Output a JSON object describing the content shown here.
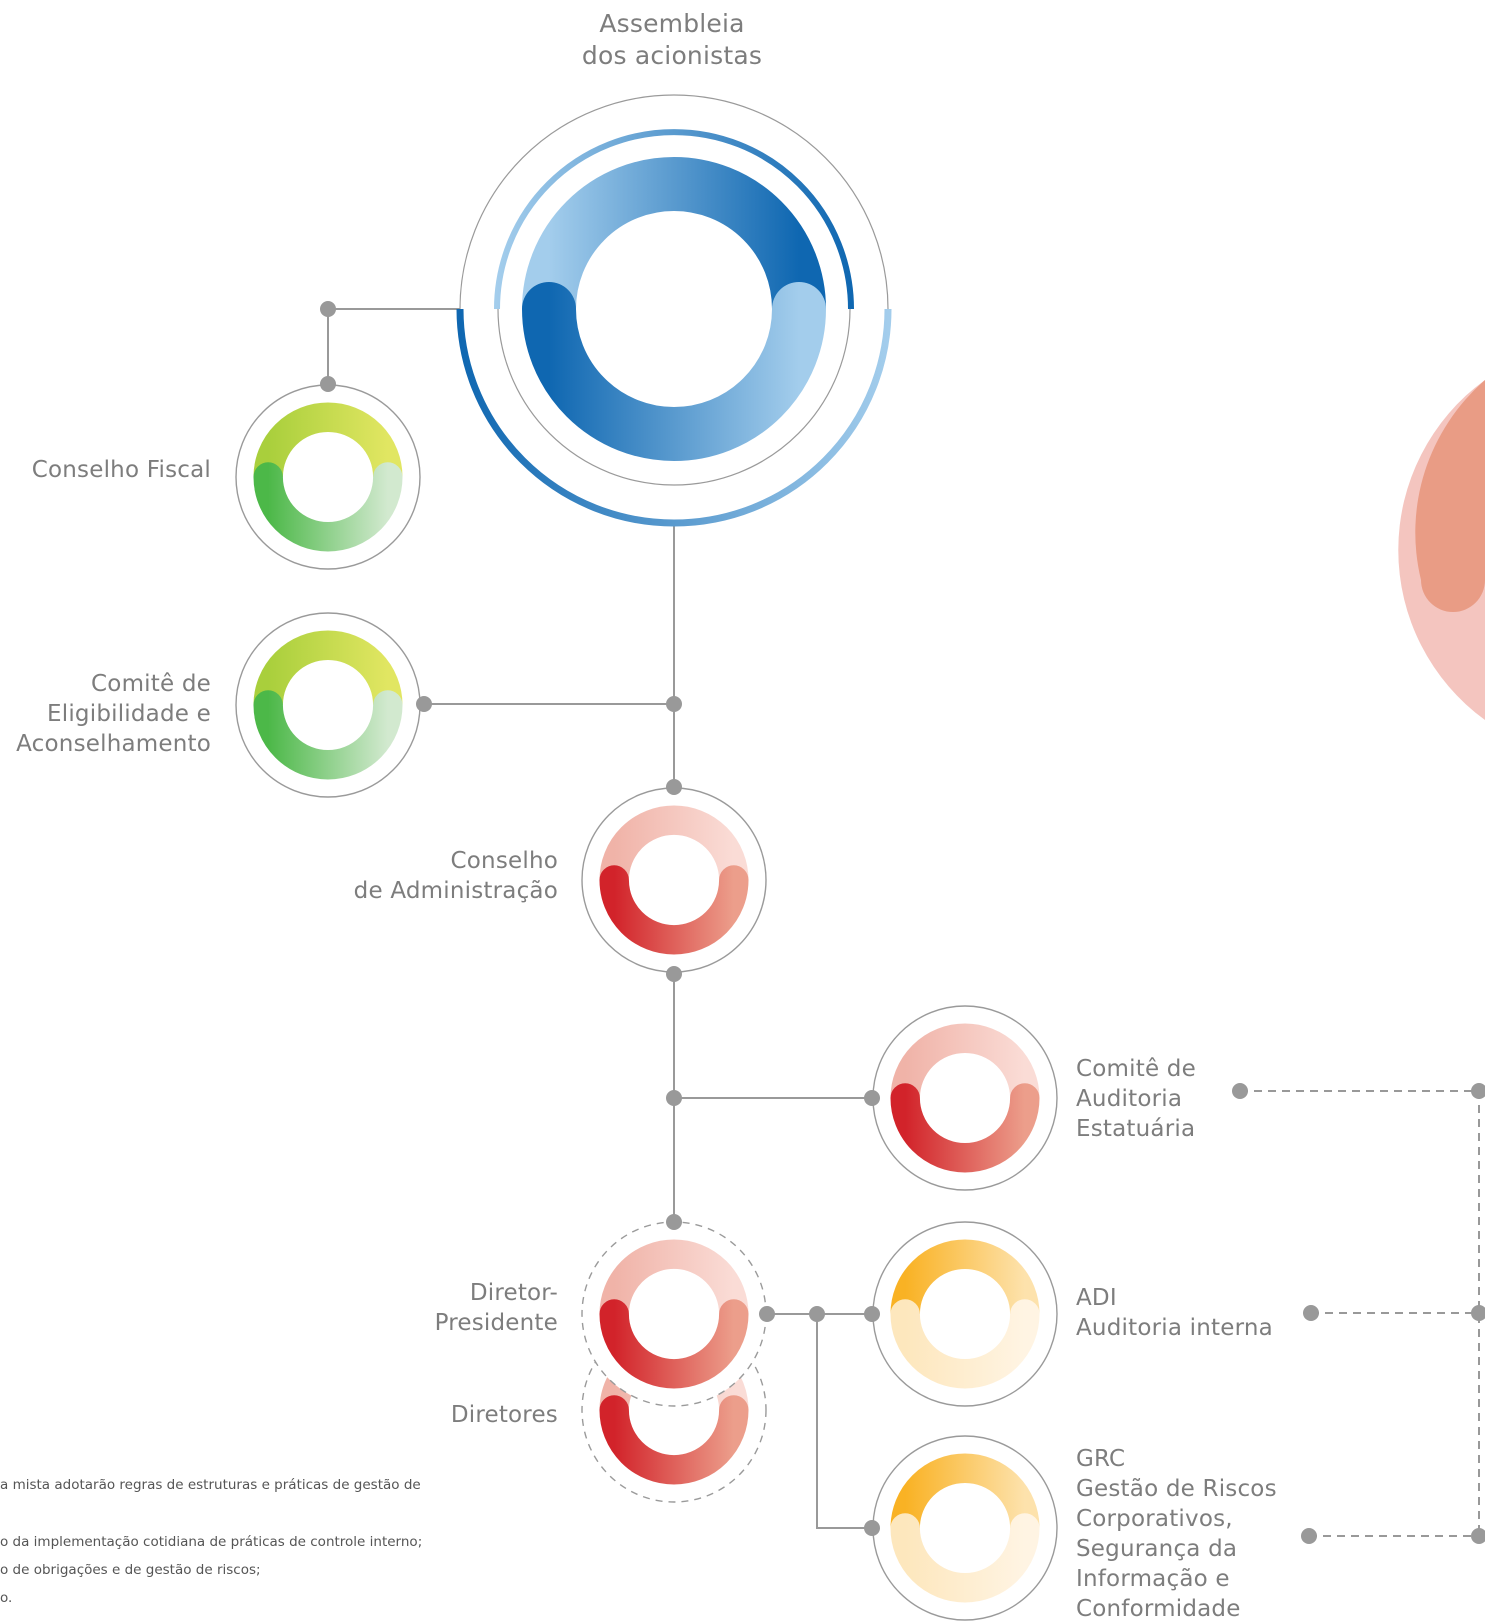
{
  "nodes": {
    "assembleia": {
      "lines": [
        "Assembleia",
        "dos acionistas"
      ],
      "color": "blue"
    },
    "conselho_fiscal": {
      "lines": [
        "Conselho Fiscal"
      ],
      "color": "green"
    },
    "comite_eligibilidade": {
      "lines": [
        "Comitê de",
        "Eligibilidade e",
        "Aconselhamento"
      ],
      "color": "green"
    },
    "conselho_administracao": {
      "lines": [
        "Conselho",
        "de Administração"
      ],
      "color": "red"
    },
    "comite_auditoria": {
      "lines": [
        "Comitê de",
        "Auditoria",
        "Estatuária"
      ],
      "color": "red"
    },
    "diretor_presidente": {
      "lines": [
        "Diretor-",
        "Presidente"
      ],
      "color": "red"
    },
    "diretores": {
      "lines": [
        "Diretores"
      ],
      "color": "red"
    },
    "adi": {
      "lines": [
        "ADI",
        "Auditoria interna"
      ],
      "color": "orange"
    },
    "grc": {
      "lines": [
        "GRC",
        "Gestão de Riscos",
        "Corporativos,",
        "Segurança da",
        "Informação e",
        "Conformidade"
      ],
      "color": "orange"
    }
  },
  "footnotes": [
    "a mista adotarão regras de estruturas e práticas de gestão de",
    "o da implementação cotidiana de práticas de controle interno;",
    "o de obrigações e de gestão de riscos;",
    "o."
  ],
  "colors": {
    "blue_dark": "#0f67b1",
    "blue_light": "#a3cdec",
    "green_dark": "#4cb848",
    "green_light": "#dde55a",
    "green_pale": "#cfe7c9",
    "red_dark": "#d2232a",
    "red_light": "#f5cfc7",
    "red_mid": "#e8917e",
    "orange_dark": "#f8a51b",
    "orange_light": "#fff1d6",
    "line": "#999999",
    "outline": "#9a9a9a"
  }
}
